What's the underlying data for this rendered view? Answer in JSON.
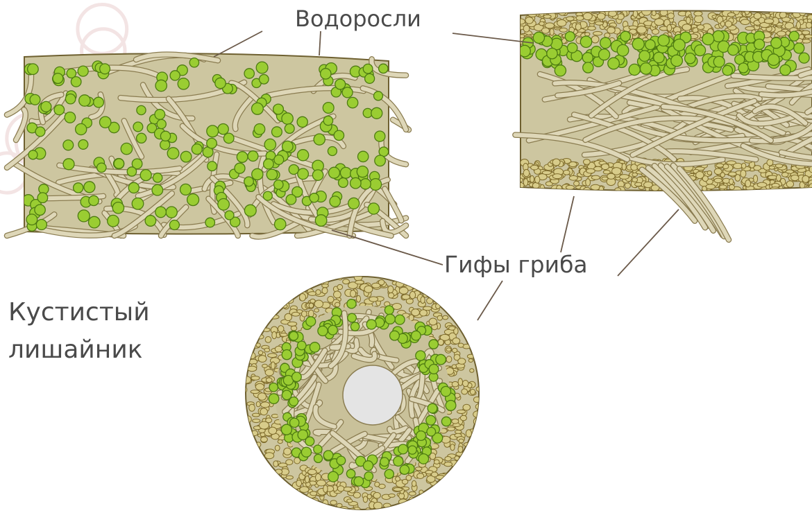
{
  "labels": {
    "algae": "Водоросли",
    "hyphae": "Гифы гриба",
    "title_line1": "Кустистый",
    "title_line2": "лишайник"
  },
  "colors": {
    "background": "#ffffff",
    "tissue": "#cdc6a0",
    "tissue_outline": "#6e6030",
    "hypha_fill": "#ded7b8",
    "hypha_stroke": "#8a7c50",
    "algae_fill": "#9acd32",
    "algae_stroke": "#4d7a12",
    "cortex_cell": "#d8cc8a",
    "cortex_cell_stroke": "#7d6a2a",
    "hole": "#e4e4e4",
    "leader_line": "#6b5a4a",
    "text": "#4a4a4a",
    "watermark": "#f3e4e4"
  }
}
